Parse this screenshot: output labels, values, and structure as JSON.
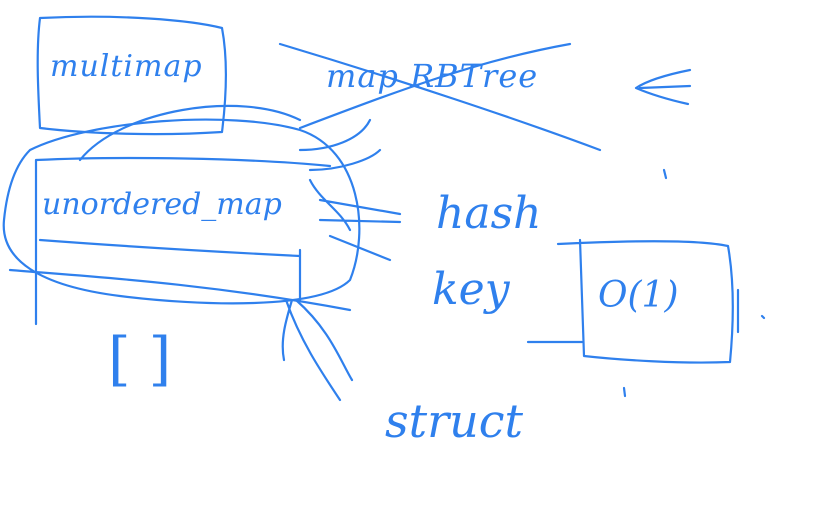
{
  "canvas": {
    "background": "#ffffff",
    "ink_color": "#2f80ed"
  },
  "words": {
    "multimap": "multimap",
    "map_rbtree": "map RBTree",
    "unordered_map": "unordered_map",
    "hash": "hash",
    "key": "key",
    "complexity": "O(1)",
    "struct": "struct",
    "brackets": "[]"
  }
}
